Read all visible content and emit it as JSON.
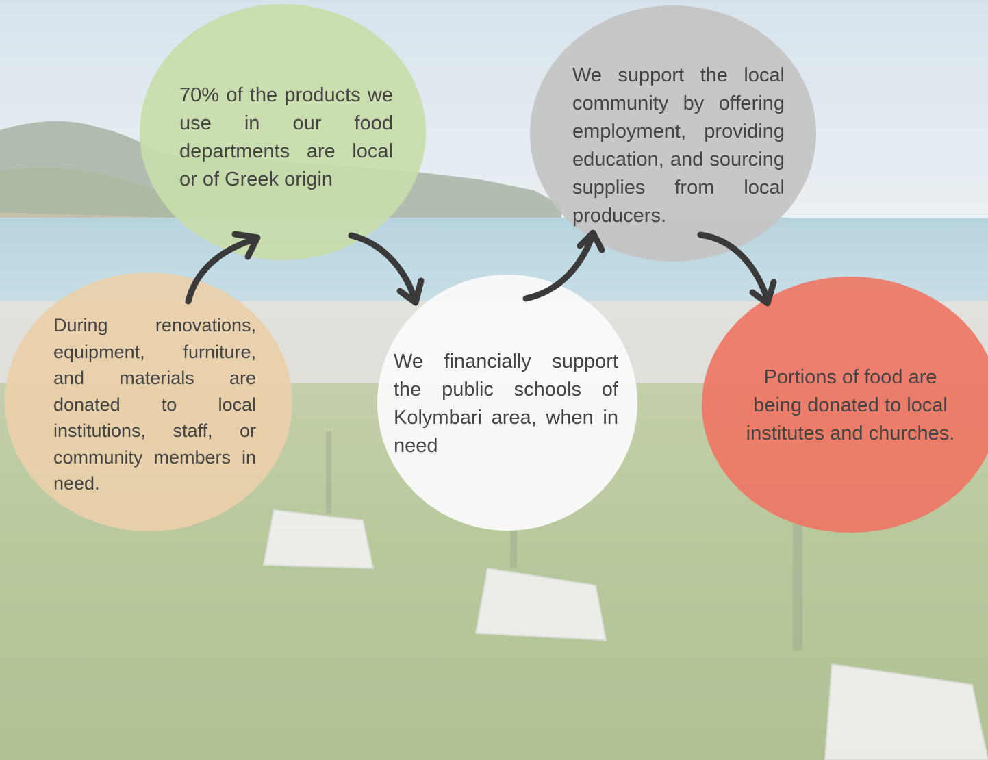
{
  "nodes": {
    "products": {
      "text": "70% of the products we use in our food departments are local or of Greek origin",
      "color": "#c8ddaa"
    },
    "community": {
      "text": "We support the local community by offering employment, providing education, and sourcing supplies from local producers.",
      "color": "#c4c4c4"
    },
    "renovations": {
      "text": "During renovations, equipment, furniture, and materials are donated to local institutions, staff, or community members in need.",
      "color": "#ead0aa"
    },
    "schools": {
      "text": "We financially support the public schools of Kolymbari area, when in need",
      "color": "#fafafa"
    },
    "food": {
      "text": "Portions of food are being donated to local institutes and churches.",
      "color": "#f07463"
    }
  },
  "arrow_color": "#3a3a3a"
}
